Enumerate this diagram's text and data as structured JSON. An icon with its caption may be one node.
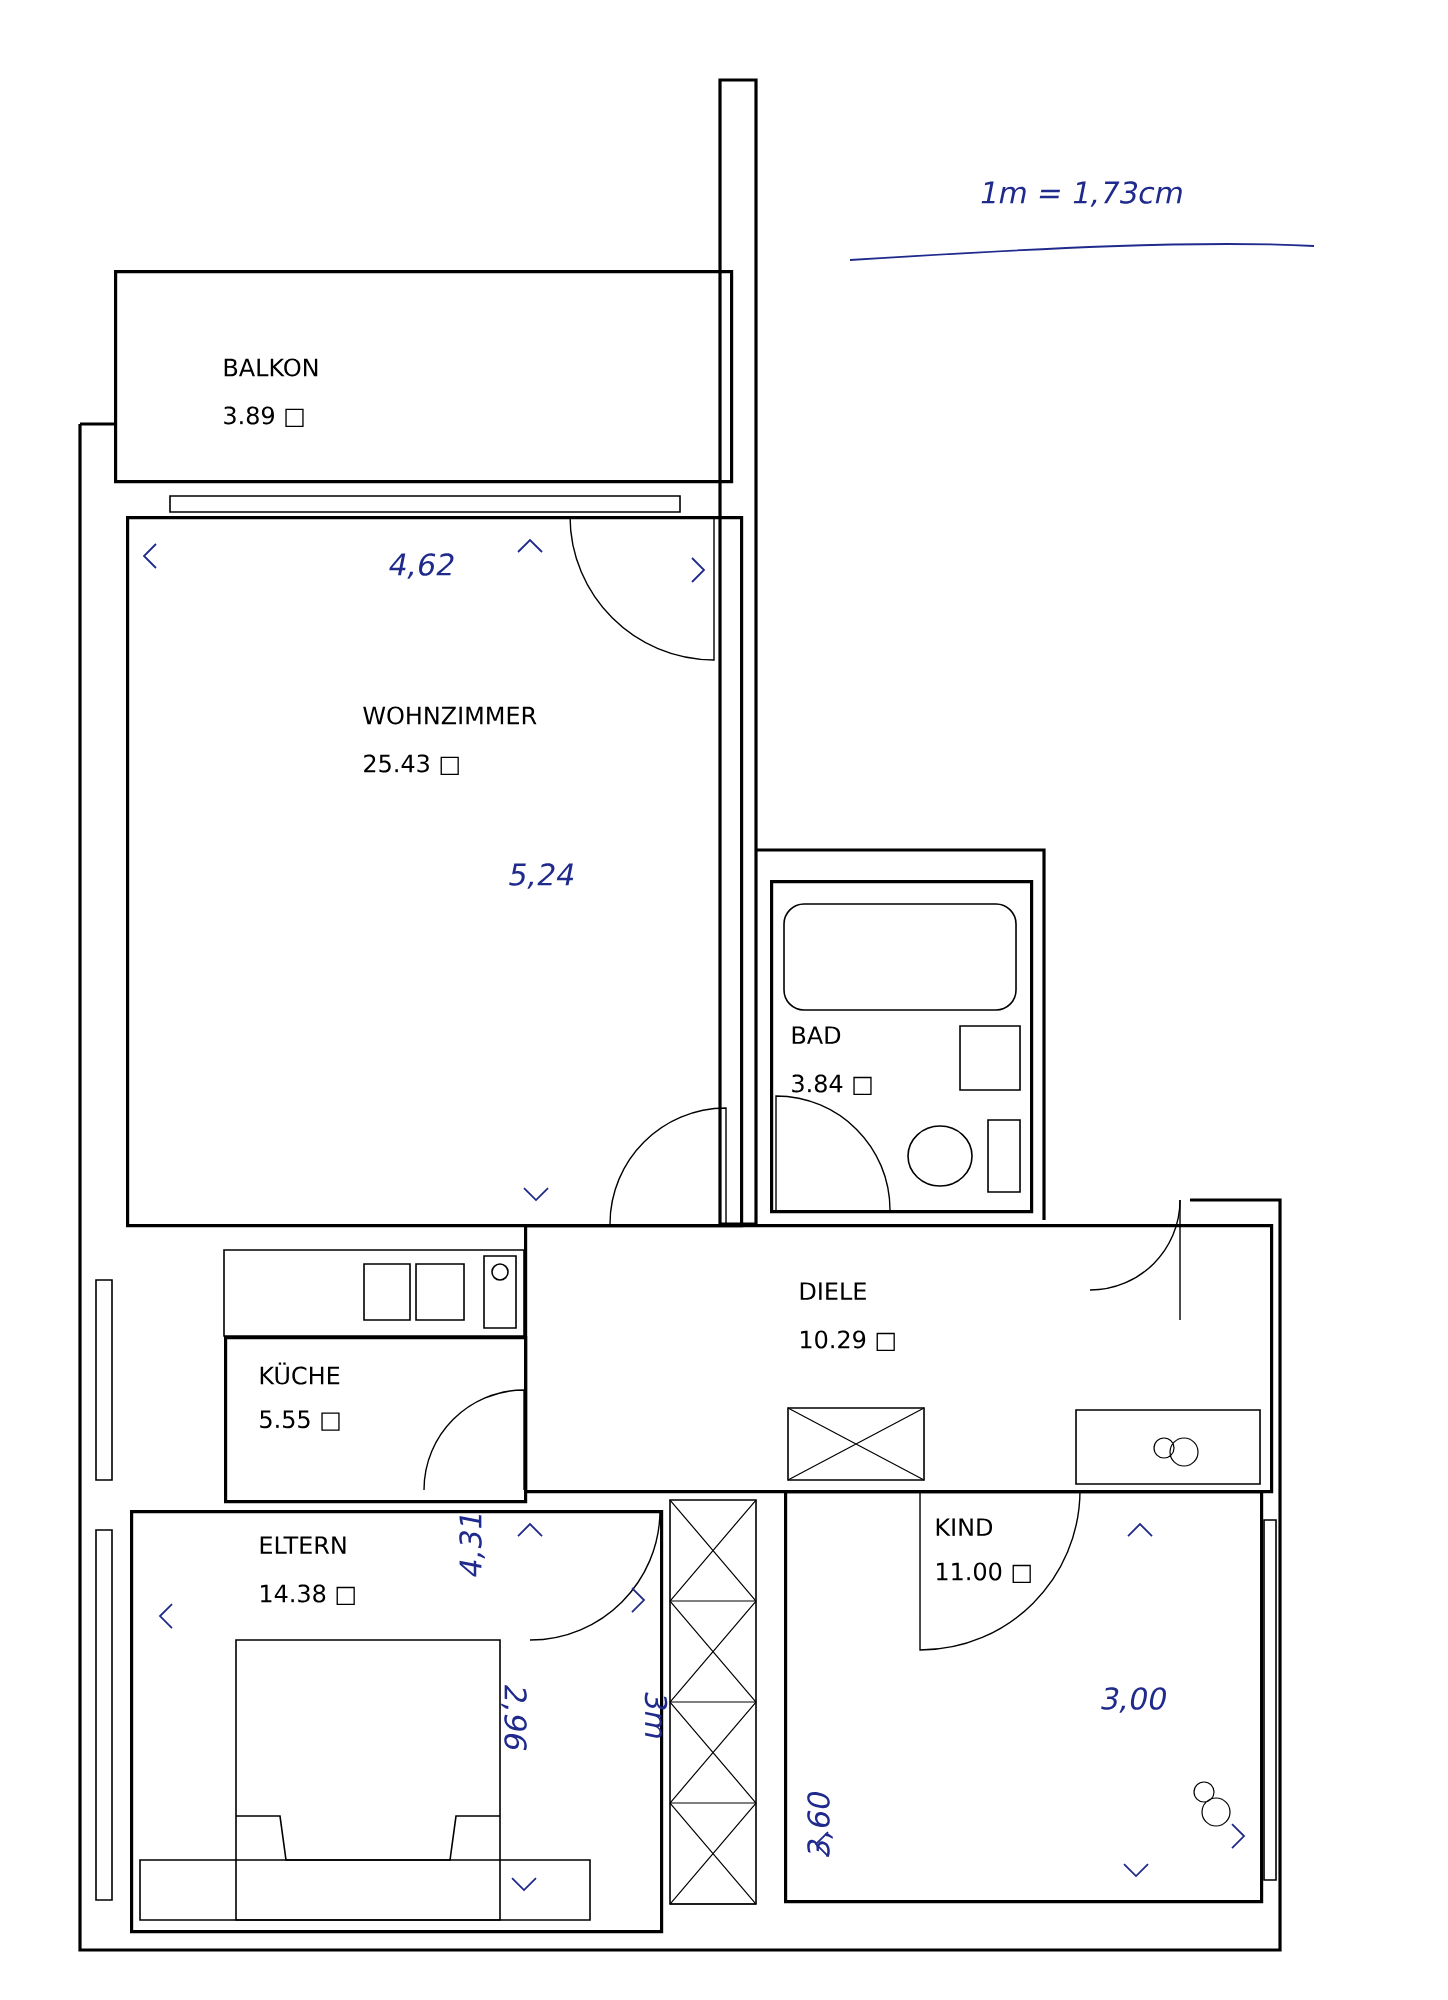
{
  "diagram": {
    "nodes": [
      {
        "text": [
          "BALKON",
          "3.89 □"
        ]
      },
      {
        "text": [
          "WOHNZIMMER",
          "25.43 □"
        ]
      },
      {
        "text": [
          "BAD",
          "3.84 □"
        ]
      },
      {
        "text": [
          "DIELE",
          "10.29 □"
        ]
      },
      {
        "text": [
          "KÜCHE",
          "5.55 □"
        ]
      },
      {
        "text": [
          "ELTERN",
          "14.38 □"
        ]
      },
      {
        "text": [
          "KIND",
          "11.00 □"
        ]
      }
    ],
    "labels": [
      "1m = 1,73cm",
      "4,62",
      "5,24",
      "4,31",
      "2,96",
      "3m",
      "3,60",
      "3,00"
    ]
  }
}
